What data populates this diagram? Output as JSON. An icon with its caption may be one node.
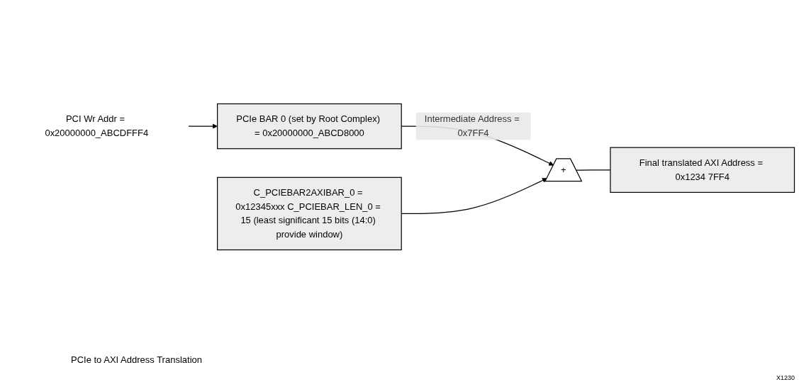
{
  "diagram": {
    "nodes": [
      {
        "text": [
          "PCI Wr Addr = 0x20000000_ABCDFFF4"
        ]
      },
      {
        "text": [
          "PCIe BAR 0 (set by Root Complex) = 0x20000000_ABCD8000"
        ]
      },
      {
        "text": [
          "C_PCIEBAR2AXIBAR_0 = 0x12345xxx C_PCIEBAR_LEN_0 = 15 (least significant 15 bits (14:0) provide window)"
        ]
      },
      {
        "text": [
          "+"
        ]
      },
      {
        "text": [
          "Final translated AXI Address = 0x1234 7FF4"
        ]
      }
    ],
    "edges": [
      {
        "from": 0,
        "to": 1,
        "arrow": "to"
      },
      {
        "from": 1,
        "to": 3,
        "arrow": "to",
        "label": "Intermediate Address = 0x7FF4"
      },
      {
        "from": 2,
        "to": 3,
        "arrow": "to"
      },
      {
        "from": 3,
        "to": 4,
        "arrow": "none"
      }
    ],
    "labels": [
      "PCIe to AXI Address Translation",
      "X1230"
    ]
  }
}
